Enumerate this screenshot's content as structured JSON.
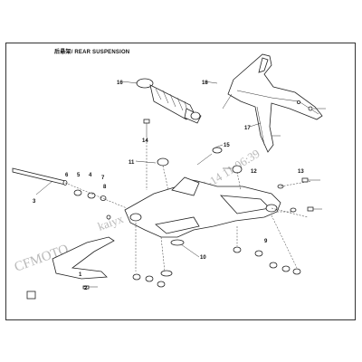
{
  "diagram": {
    "title": "后悬架/ REAR SUSPENSION",
    "watermark": {
      "brand": "CFMOTO",
      "code": "kaiyx",
      "date": "2020-05-14 11:06:39"
    },
    "callouts": [
      "1",
      "2",
      "3",
      "4",
      "5",
      "6",
      "7",
      "8",
      "9",
      "10",
      "11",
      "12",
      "13",
      "14",
      "15",
      "16",
      "17",
      "18"
    ]
  }
}
